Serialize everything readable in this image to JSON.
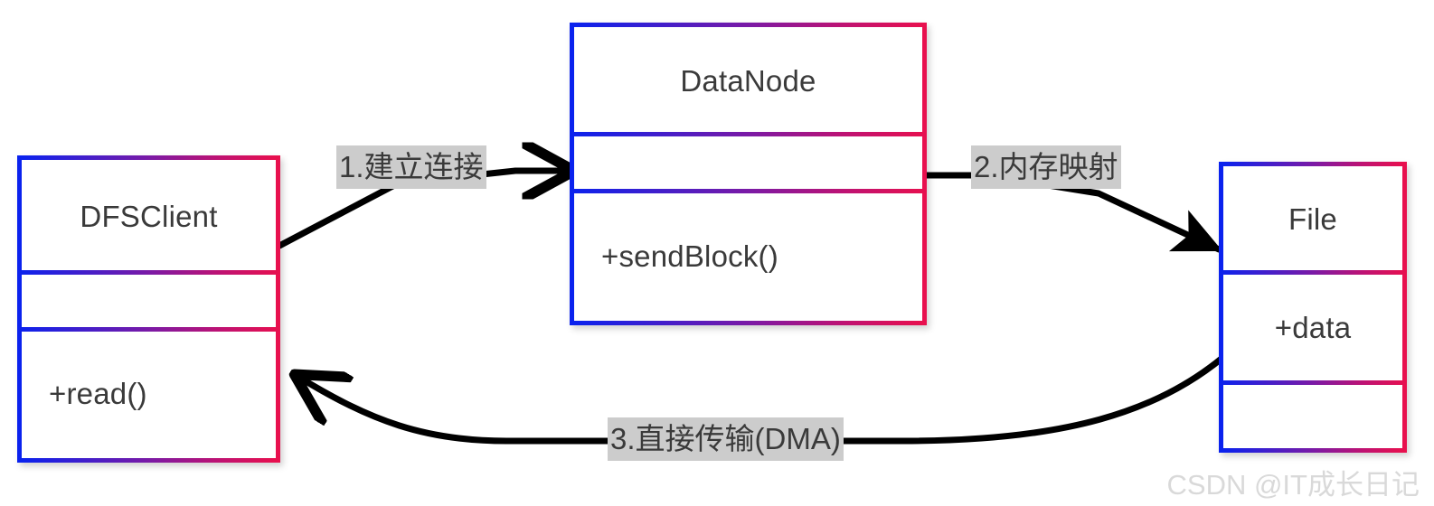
{
  "diagram": {
    "title": "HDFS DFSClient DataNode File zero-copy read sequence",
    "palette": {
      "border_gradient_start": "#0a22ee",
      "border_gradient_end": "#e8104e",
      "label_background": "#cccccc",
      "text_color": "#3a3a3a",
      "connector_color": "#000000",
      "canvas_background": "#ffffff",
      "watermark_color": "#d9d9d9"
    },
    "nodes": [
      {
        "id": "dfsclient",
        "name": "DFSClient",
        "compartments": [
          {
            "text": "DFSClient",
            "align": "center"
          },
          {
            "text": "",
            "align": "center"
          },
          {
            "text": "+read()",
            "align": "left"
          }
        ]
      },
      {
        "id": "datanode",
        "name": "DataNode",
        "compartments": [
          {
            "text": "DataNode",
            "align": "center"
          },
          {
            "text": "",
            "align": "center"
          },
          {
            "text": "+sendBlock()",
            "align": "left"
          }
        ]
      },
      {
        "id": "file",
        "name": "File",
        "compartments": [
          {
            "text": "File",
            "align": "center"
          },
          {
            "text": "+data",
            "align": "center"
          },
          {
            "text": "",
            "align": "center"
          }
        ]
      }
    ],
    "edges": [
      {
        "id": "edge1",
        "label": "1.建立连接",
        "from": "dfsclient",
        "to": "datanode",
        "arrow": true
      },
      {
        "id": "edge2",
        "label": "2.内存映射",
        "from": "datanode",
        "to": "file",
        "arrow": true
      },
      {
        "id": "edge3",
        "label": "3.直接传输(DMA)",
        "from": "file",
        "to": "dfsclient",
        "arrow": true
      }
    ]
  },
  "watermark": {
    "text": "CSDN @IT成长日记"
  }
}
